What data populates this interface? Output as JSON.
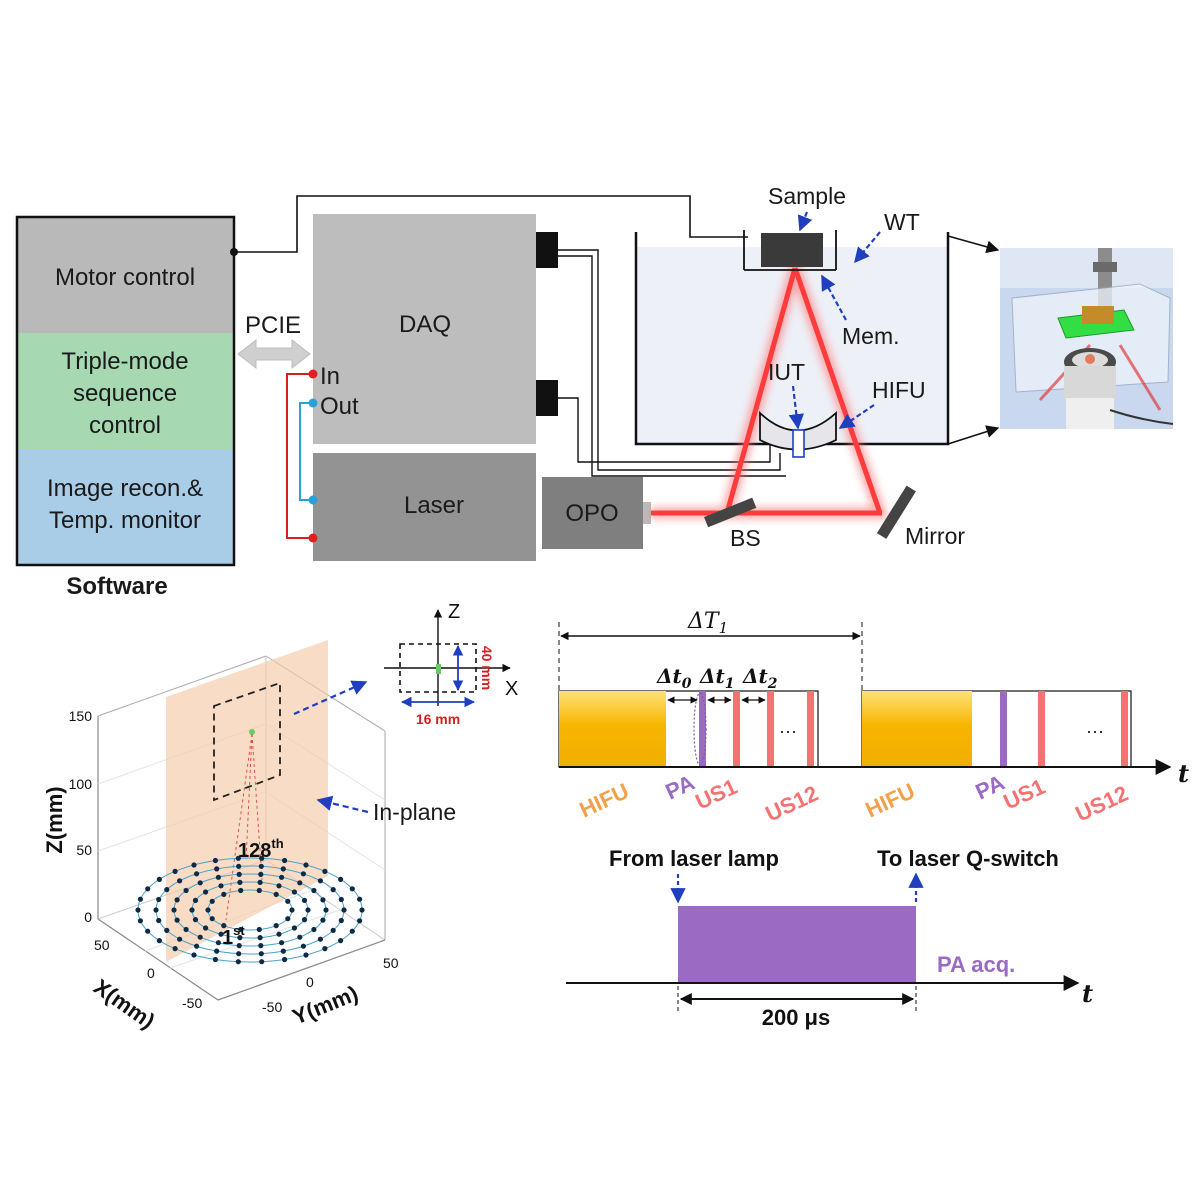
{
  "software": {
    "motor_control": "Motor control",
    "sequence_line1": "Triple-mode",
    "sequence_line2": "sequence",
    "sequence_line3": "control",
    "recon_line1": "Image recon.&",
    "recon_line2": "Temp. monitor",
    "caption": "Software"
  },
  "hardware": {
    "pcie": "PCIE",
    "daq": "DAQ",
    "port_in": "In",
    "port_out": "Out",
    "laser": "Laser",
    "opo": "OPO",
    "bs": "BS",
    "mirror": "Mirror",
    "sample": "Sample",
    "wt": "WT",
    "mem": "Mem.",
    "iut": "IUT",
    "hifu": "HIFU"
  },
  "colors": {
    "motor_panel": "#b9b9b9",
    "sequence_panel": "#a6d9b1",
    "recon_panel": "#a9cce7",
    "daq_box": "#bdbdbd",
    "laser_box": "#939393",
    "beam": "#ff3b3b",
    "hifu_block": "#f7b500",
    "pa_color": "#9b6bc4",
    "us_color": "#f47272",
    "arrow_blue": "#1f3fbf",
    "dim_red": "#d62020"
  },
  "plot3d": {
    "z_label": "Z(mm)",
    "x_label": "X(mm)",
    "y_label": "Y(mm)",
    "z_ticks": [
      "150",
      "100",
      "50",
      "0"
    ],
    "x_ticks": [
      "50",
      "0",
      "-50"
    ],
    "y_ticks": [
      "50",
      "0",
      "-50"
    ],
    "element_last": "128",
    "element_last_sup": "th",
    "element_first": "1",
    "element_first_sup": "st",
    "in_plane": "In-plane"
  },
  "inset": {
    "z_axis": "Z",
    "x_axis": "X",
    "height_label": "40 mm",
    "width_label": "16 mm"
  },
  "timing": {
    "delta_T1": "ΔT",
    "delta_T1_sub": "1",
    "dt0": "Δt",
    "dt0_sub": "0",
    "dt1": "Δt",
    "dt1_sub": "1",
    "dt2": "Δt",
    "dt2_sub": "2",
    "hifu": "HIFU",
    "pa": "PA",
    "us1": "US1",
    "us12": "US12",
    "ellipsis": "···",
    "t_axis": "t"
  },
  "pa_timing": {
    "from_label": "From laser lamp",
    "to_label": "To laser Q-switch",
    "pa_acq": "PA acq.",
    "duration": "200 μs",
    "t_axis": "t"
  }
}
